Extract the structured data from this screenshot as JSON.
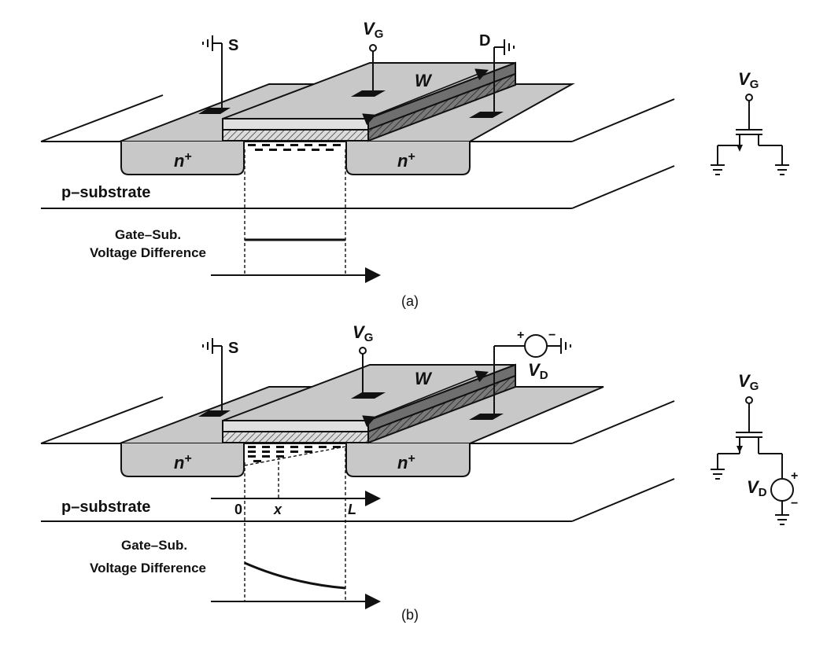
{
  "panel_a": {
    "caption": "(a)",
    "source_label": "S",
    "drain_label": "D",
    "gate_label_v": "V",
    "gate_label_sub": "G",
    "width_label": "W",
    "n_plus_base": "n",
    "n_plus_sup": "+",
    "substrate_label": "p–substrate",
    "plot_label_line1": "Gate–Sub.",
    "plot_label_line2": "Voltage Difference",
    "symbol_gate_v": "V",
    "symbol_gate_sub": "G"
  },
  "panel_b": {
    "caption": "(b)",
    "source_label": "S",
    "gate_label_v": "V",
    "gate_label_sub": "G",
    "width_label": "W",
    "vd_label_v": "V",
    "vd_label_sub": "D",
    "plus": "+",
    "minus": "−",
    "n_plus_base": "n",
    "n_plus_sup": "+",
    "substrate_label": "p–substrate",
    "axis_0": "0",
    "axis_x": "x",
    "axis_L": "L",
    "plot_label_line1": "Gate–Sub.",
    "plot_label_line2": "Voltage Difference",
    "symbol_gate_v": "V",
    "symbol_gate_sub": "G",
    "symbol_vd_v": "V",
    "symbol_vd_sub": "D"
  },
  "colors": {
    "oxide_gray": "#c8c8c8",
    "gate_dark": "#6f6f6f",
    "contact_black": "#111111"
  }
}
